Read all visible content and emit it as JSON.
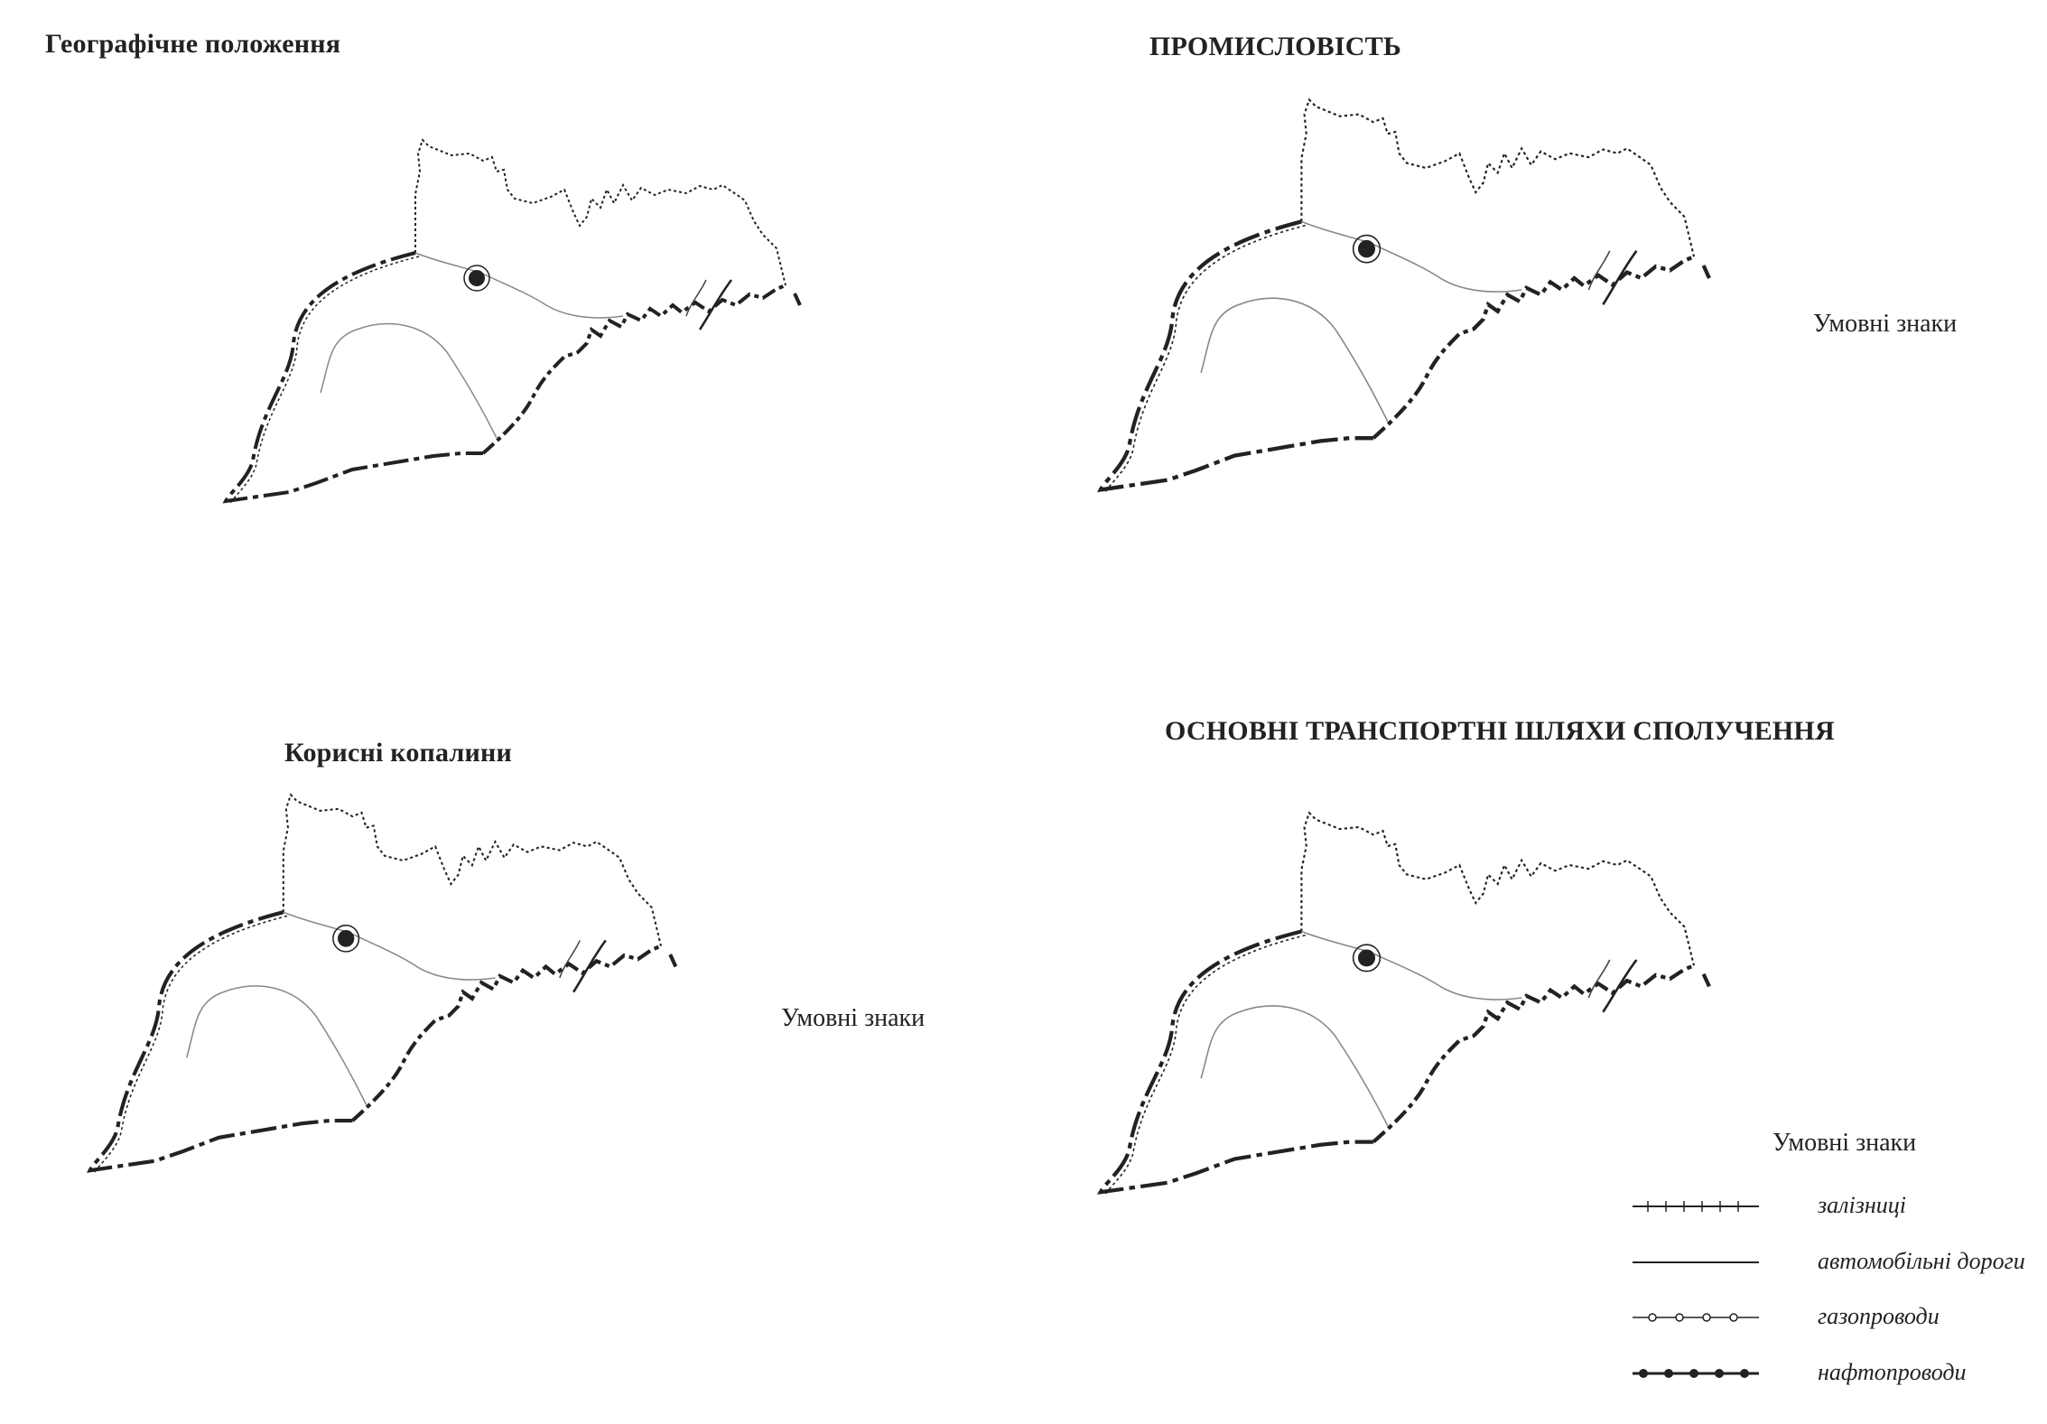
{
  "titles": {
    "geo": "Географічне положення",
    "industry": "ПРОМИСЛОВІСТЬ",
    "minerals": "Корисні копалини",
    "transport": "ОСНОВНІ ТРАНСПОРТНІ ШЛЯХИ СПОЛУЧЕННЯ"
  },
  "legend_headers": {
    "industry": "Умовні знаки",
    "minerals": "Умовні знаки",
    "transport": "Умовні знаки"
  },
  "transport_legend": [
    {
      "symbol": "railway-line",
      "label": "залізниці"
    },
    {
      "symbol": "road-line",
      "label": "автомобільні дороги"
    },
    {
      "symbol": "gas-pipeline-line",
      "label": "газопроводи"
    },
    {
      "symbol": "oil-pipeline-line",
      "label": "нафтопроводи"
    }
  ],
  "colors": {
    "ink": "#222222",
    "river": "#888888",
    "background": "#ffffff"
  }
}
